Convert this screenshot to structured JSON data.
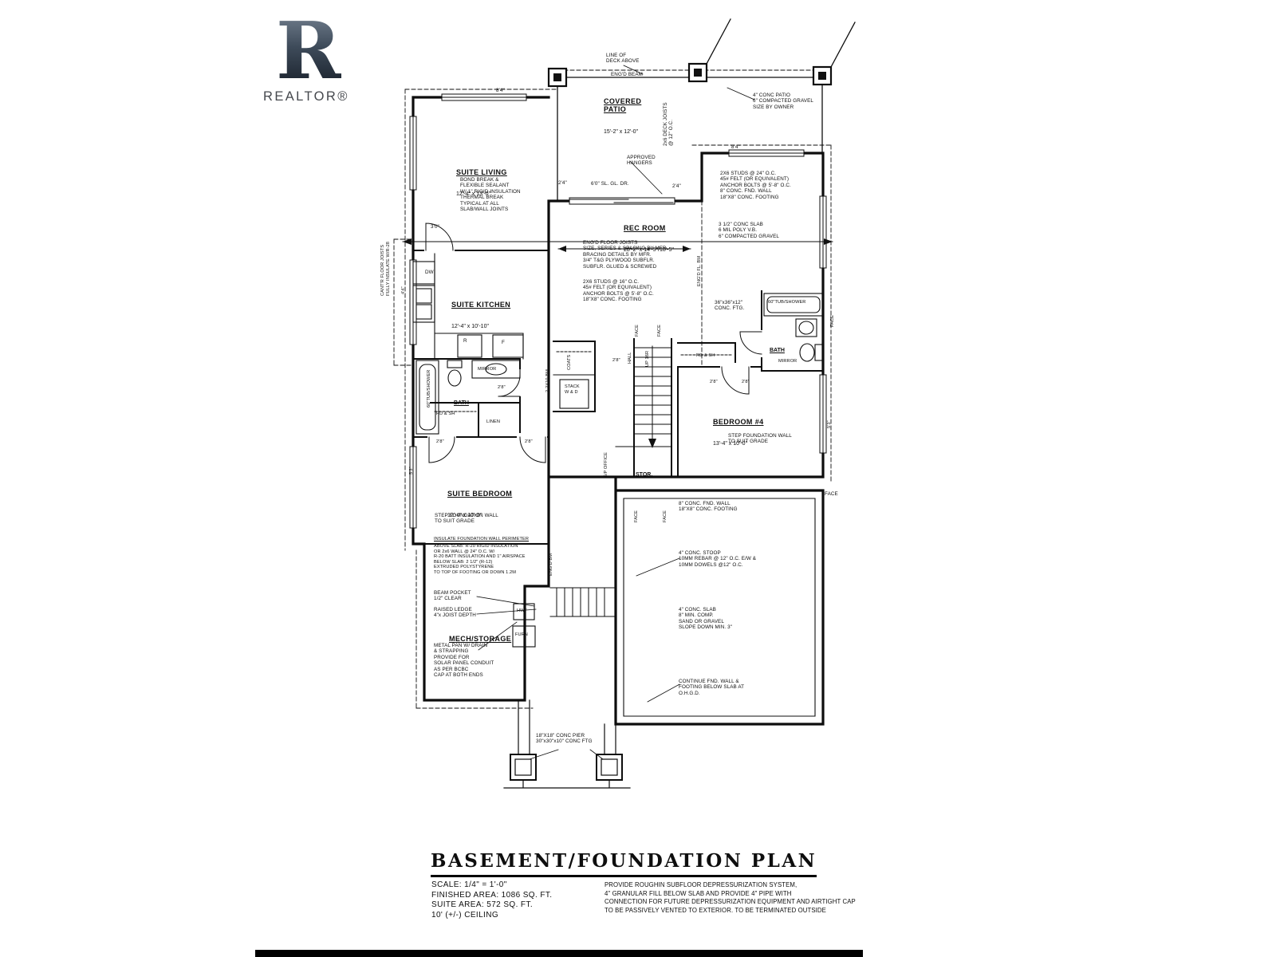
{
  "logo": {
    "letter": "R",
    "brand": "REALTOR®"
  },
  "rooms": {
    "covered_patio": {
      "name": "COVERED\nPATIO",
      "dims": "15'-2\" x 12'-0\""
    },
    "suite_living": {
      "name": "SUITE LIVING",
      "dims": "12'-4\" x 13'-0\""
    },
    "rec_room": {
      "name": "REC ROOM",
      "dims": "28'-2\" x 14'-5\"/18'-5\""
    },
    "suite_kitchen": {
      "name": "SUITE KITCHEN",
      "dims": "12'-4\" x 10'-10\""
    },
    "bath": {
      "name": "BATH"
    },
    "bedroom_4": {
      "name": "BEDROOM #4",
      "dims": "13'-4\" x 10'-0\""
    },
    "suite_bedroom": {
      "name": "SUITE BEDROOM",
      "dims": "12'-4\" x 10'-0\""
    },
    "mech_storage": {
      "name": "MECH/STORAGE"
    },
    "stor": {
      "name": "STOR."
    }
  },
  "ann": {
    "line_of_deck": "LINE OF\nDECK ABOVE",
    "engd_beam": "ENG'D BEAM",
    "deck_joists": "2x6 DECK JOISTS\n@ 12\" O.C.",
    "conc_patio": "4\" CONC PATIO\n6\" COMPACTED GRAVEL\nSIZE BY OWNER",
    "dim_84": "8'4\"",
    "bond_break": "BOND BREAK &\nFLEXIBLE SEALANT\nW/ 1\" RIGID INSULATION\nTHERMAL BREAK\nTYPICAL AT ALL\nSLAB/WALL JOINTS",
    "approved_hangers": "APPROVED\nHANGERS",
    "studs_24": "2X6 STUDS @ 24\" O.C.\n45# FELT (OR EQUIVALENT)\nANCHOR BOLTS @ 5'-8\" O.C.\n8\" CONC. FND. WALL\n18\"X8\" CONC. FOOTING",
    "dim_24": "2'4\"",
    "slgl": "6'0\" SL. GL. DR.",
    "conc_slab_3": "3 1/2\" CONC SLAB\n6 MIL POLY V.B.\n6\" COMPACTED GRAVEL",
    "dim_30": "3'0\"",
    "engd_joists": "ENG'D FLOOR JOISTS\nSIZE, SERIES & SPACING BY MFR.\nBRACING DETAILS BY MFR.\n3/4\" T&G PLYWOOD SUBFLR.\nSUBFLR. GLUED & SCREWED",
    "cantr": "CANT'R FLOOR JOISTS\nFULLY INSULATE W/R-28",
    "dim_44": "4'4\"",
    "dw": "DW",
    "studs_16": "2X6 STUDS @ 16\" O.C.\n45# FELT (OR EQUIVALENT)\nANCHOR BOLTS @ 5'-8\" O.C.\n18\"X8\" CONC. FOOTING",
    "engd_fl_bm": "ENG'D FL. BM",
    "ftg_36": "36\"x36\"x12\"\nCONC. FTG.",
    "tub": "60\"TUB/SHOWER",
    "face": "FACE",
    "r": "R",
    "f": "F",
    "mirror": "MIRROR",
    "coats": "COATS",
    "stack_wd": "STACK\nW & D",
    "bm_2x10": "2-2X10 BM",
    "hall": "HALL",
    "up_16r": "UP 16R",
    "rd_sh": "RD & SH",
    "linen": "LINEN",
    "dim_53": "5'3\"",
    "sp_office": "S/P OFFICE",
    "dim_28": "2'8\"",
    "step_fnd": "STEP FOUNDATION WALL\nTO SUIT GRADE",
    "fnd_wall": "8\" CONC. FND. WALL\n18\"X8\" CONC. FOOTING",
    "insulate_title": "INSULATE FOUNDATION WALL PERIMETER",
    "insulate_body": "ABOVE SLAB: R-20 RIGID INSULATION\nOR 2x6 WALL @ 24\" O.C. W/\nR-20 BATT INSULATION AND 1\" AIRSPACE\nBELOW SLAB: 2 1/2\" (R-12)\nEXTRUDED POLYSTYRENE\nTO TOP OF FOOTING OR DOWN 1.2M",
    "conc_stoop": "4\" CONC. STOOP\n10MM REBAR @ 12\" O.C. E/W &\n10MM DOWELS @12\" O.C.",
    "engd_bm": "ENG'D BM",
    "beam_pocket": "BEAM POCKET\n1/2\" CLEAR",
    "raised_ledge": "RAISED LEDGE\n4\"x JOIST DEPTH",
    "hwt": "HWT",
    "furn": "FURN",
    "conc_slab_4": "4\" CONC. SLAB\n8\" MIN. COMP.\nSAND OR GRAVEL\nSLOPE DOWN MIN. 3\"",
    "metal_pan": "METAL PAN W/ DRAIN\n& STRAPPING\nPROVIDE FOR\nSOLAR PANEL CONDUIT\nAS PER BCBC\nCAP AT BOTH ENDS",
    "continue_fnd": "CONTINUE FND. WALL &\nFOOTING BELOW SLAB AT\nO.H.G.D.",
    "pier": "18\"X18\" CONC PIER\n30\"x30\"x10\" CONC FTG"
  },
  "title_block": {
    "title": "BASEMENT/FOUNDATION PLAN",
    "scale": "SCALE: 1/4\" = 1'-0\"",
    "finished_area": "FINISHED AREA: 1086 SQ. FT.",
    "suite_area": "SUITE AREA: 572 SQ. FT.",
    "ceiling": "10' (+/-) CEILING",
    "note": "PROVIDE ROUGHIN SUBFLOOR DEPRESSURIZATION SYSTEM,\n4\" GRANULAR FILL BELOW SLAB AND PROVIDE 4\" PIPE WITH\nCONNECTION FOR FUTURE DEPRESSURIZATION EQUIPMENT AND AIRTIGHT CAP\nTO BE PASSIVELY VENTED TO EXTERIOR. TO BE TERMINATED OUTSIDE"
  }
}
